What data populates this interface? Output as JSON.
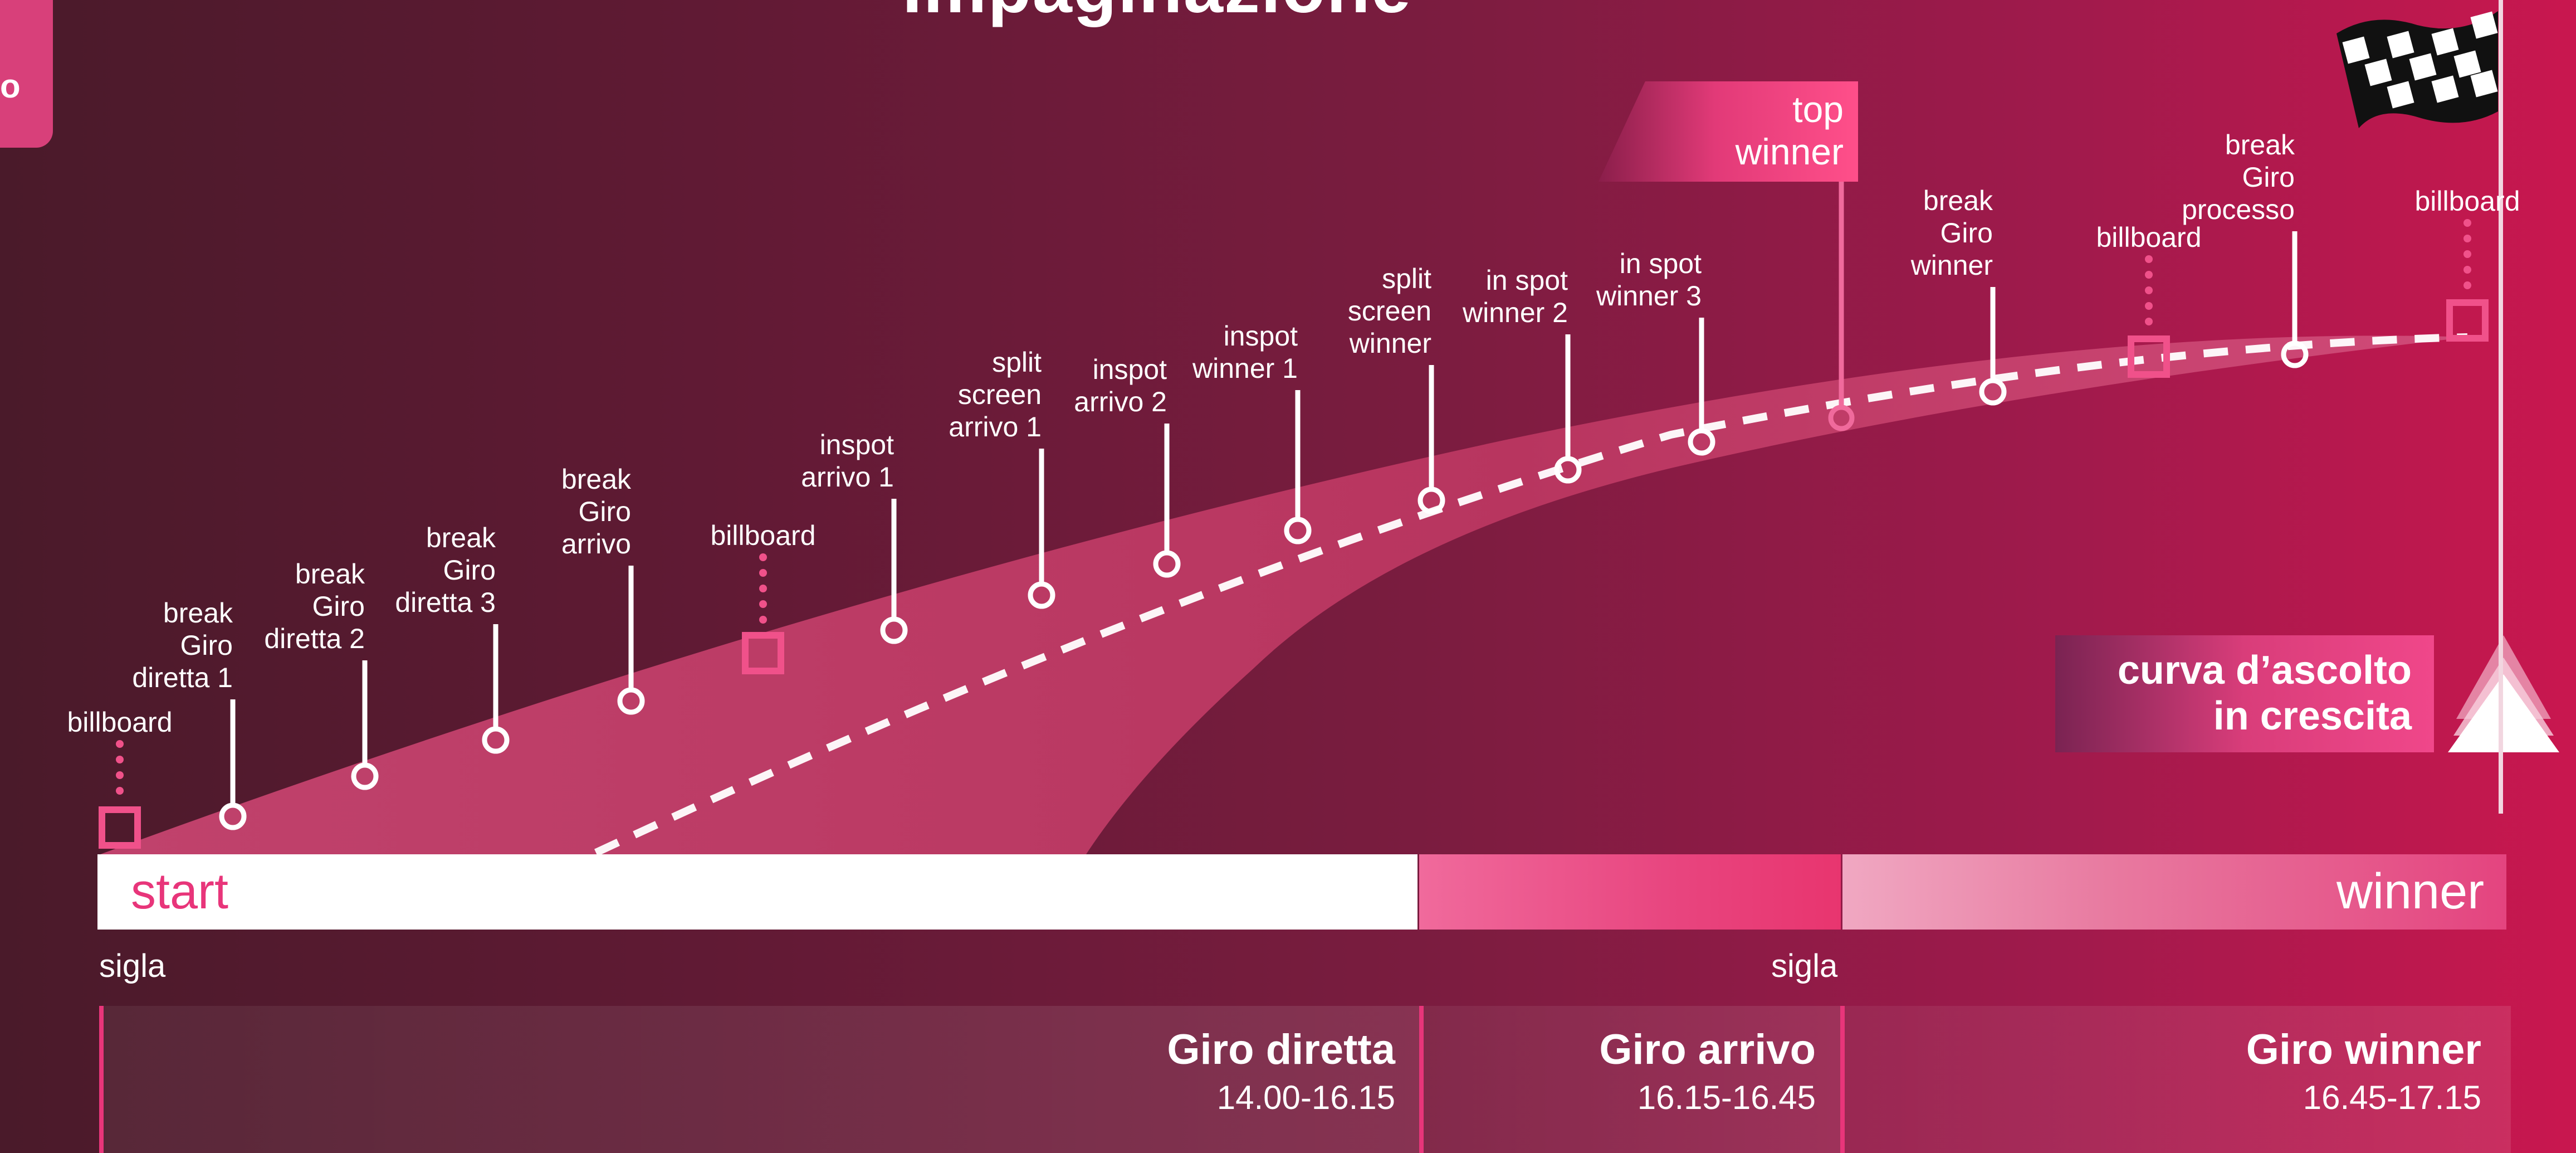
{
  "title": "Impaginazione",
  "colors": {
    "accent": "#e8357a",
    "bar_white": "#ffffff",
    "road": "#b83a62",
    "background_start": "#4a1a2a",
    "background_end": "#c9174f"
  },
  "corner_card": {
    "text": "o"
  },
  "flag": {
    "label": "top\nwinner"
  },
  "timeline_bar": {
    "start_label": "start",
    "end_label": "winner"
  },
  "sigla_labels": [
    "sigla",
    "sigla"
  ],
  "curve_badge": {
    "label": "curva d’ascolto\nin crescita"
  },
  "markers": [
    {
      "label": "billboard",
      "type": "billboard"
    },
    {
      "label": "break\nGiro\ndiretta 1",
      "type": "pin"
    },
    {
      "label": "break\nGiro\ndiretta 2",
      "type": "pin"
    },
    {
      "label": "break\nGiro\ndiretta 3",
      "type": "pin"
    },
    {
      "label": "break\nGiro\narrivo",
      "type": "pin"
    },
    {
      "label": "billboard",
      "type": "billboard"
    },
    {
      "label": "inspot\narrivo 1",
      "type": "pin"
    },
    {
      "label": "split\nscreen\narrivo 1",
      "type": "pin"
    },
    {
      "label": "inspot\narrivo 2",
      "type": "pin"
    },
    {
      "label": "inspot\nwinner 1",
      "type": "pin"
    },
    {
      "label": "split\nscreen\nwinner",
      "type": "pin"
    },
    {
      "label": "in spot\nwinner 2",
      "type": "pin"
    },
    {
      "label": "in spot\nwinner 3",
      "type": "pin"
    },
    {
      "label": "break\nGiro\nwinner",
      "type": "pin"
    },
    {
      "label": "billboard",
      "type": "billboard"
    },
    {
      "label": "break\nGiro\nprocesso",
      "type": "pin"
    },
    {
      "label": "billboard",
      "type": "billboard"
    }
  ],
  "segments": [
    {
      "name": "Giro diretta",
      "time": "14.00-16.15"
    },
    {
      "name": "Giro arrivo",
      "time": "16.15-16.45"
    },
    {
      "name": "Giro winner",
      "time": "16.45-17.15"
    }
  ]
}
